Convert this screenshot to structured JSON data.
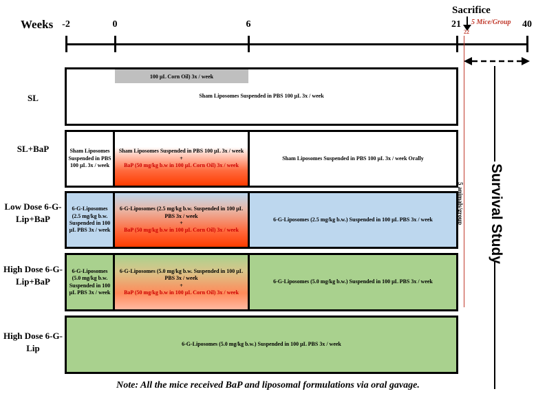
{
  "timeline": {
    "weeks_label": "Weeks",
    "ticks": [
      "-2",
      "0",
      "6",
      "21",
      "40"
    ],
    "sacrifice_label": "Sacrifice",
    "mice_per_group": "5 Mice/Group",
    "sacrifice_week": "22"
  },
  "rows": {
    "sl": {
      "label": "SL",
      "corn_oil": "100 µL Corn Oil) 3x / week",
      "main": "Sham Liposomes Suspended in PBS 100 µL 3x / week"
    },
    "slbap": {
      "label": "SL+BaP",
      "pre": "Sham Liposomes Suspended in PBS 100 µL 3x / week",
      "mid_top": "Sham Liposomes Suspended in PBS 100 µL 3x / week",
      "plus": "+",
      "mid_bap": "BaP (50 mg/kg b.w in 100 µL Corn Oil) 3x / week",
      "post": "Sham Liposomes Suspended in PBS 100 µL 3x / week Orally"
    },
    "low": {
      "label": "Low Dose 6-G-Lip+BaP",
      "pre": "6-G-Liposomes (2.5 mg/kg b.w. Suspended in 100 µL PBS 3x / week",
      "mid_top": "6-G-Liposomes (2.5 mg/kg b.w. Suspended in 100 µL PBS 3x / week",
      "plus": "+",
      "mid_bap": "BaP (50 mg/kg b.w in 100 µL Corn Oil) 3x / week",
      "post": "6-G-Liposomes (2.5 mg/kg b.w.) Suspended in 100 µL PBS 3x / week"
    },
    "high": {
      "label": "High Dose 6-G-Lip+BaP",
      "pre": "6-G-Liposomes (5.0 mg/kg b.w. Suspended in 100 µL PBS 3x / week",
      "mid_top": "6-G-Liposomes (5.0 mg/kg b.w. Suspended in 100 µL PBS 3x / week",
      "plus": "+",
      "mid_bap": "BaP (50 mg/kg b.w in 100 µL Corn Oil) 3x / week",
      "post": "6-G-Liposomes (5.0 mg/kg b.w.) Suspended in 100 µL PBS 3x / week"
    },
    "highlip": {
      "label": "High Dose 6-G-Lip",
      "main": "6-G-Liposomes (5.0 mg/kg b.w.) Suspended in 100 µL PBS 3x / week"
    }
  },
  "side": {
    "animals": "5 animals/group",
    "survival": "Survival Study"
  },
  "note": "Note: All the mice received BaP and liposomal formulations via oral gavage.",
  "colors": {
    "blue": "#bdd7ee",
    "green": "#a9d18e",
    "red_text": "#cc0000",
    "gray_bar": "#bfbfbf"
  }
}
